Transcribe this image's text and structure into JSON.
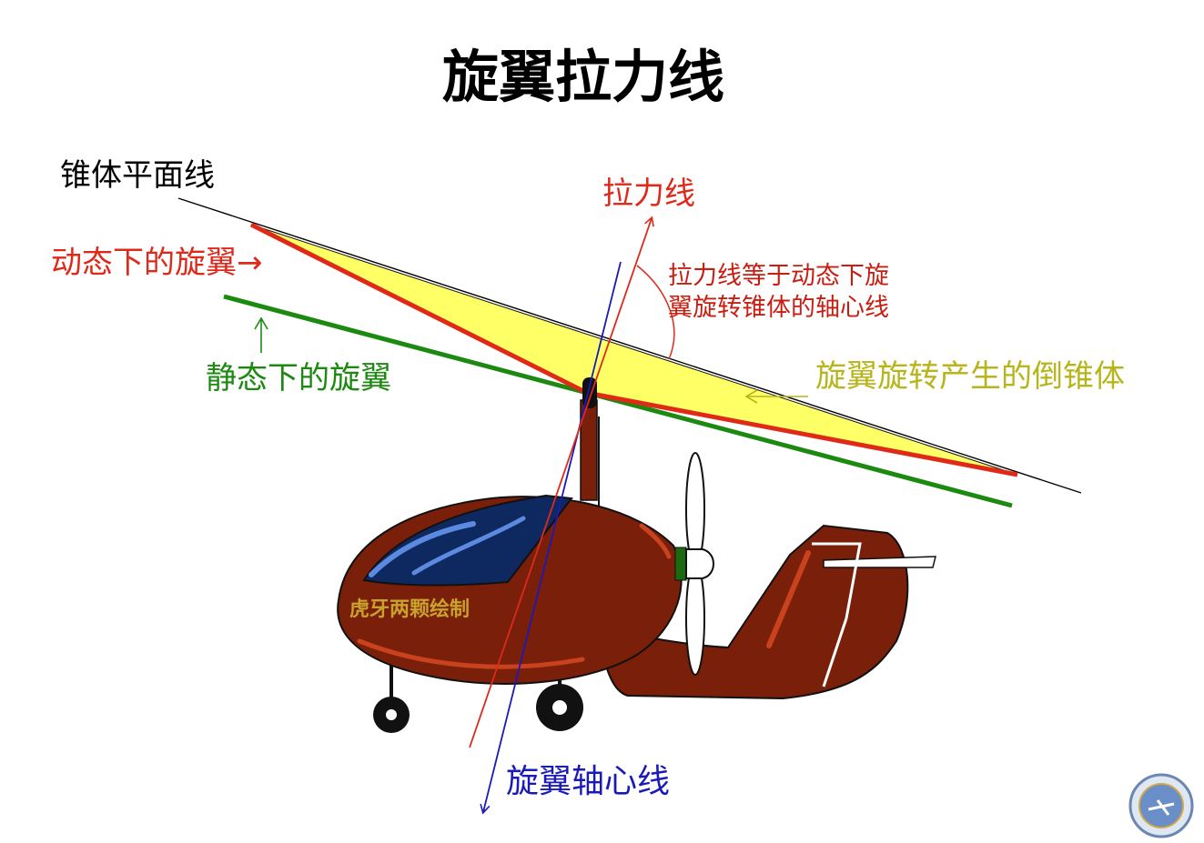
{
  "title": "旋翼拉力线",
  "labels": {
    "cone_plane": "锥体平面线",
    "pull_line": "拉力线",
    "dynamic_rotor": "动态下的旋翼→",
    "static_rotor": "静态下的旋翼",
    "explain_line1": "拉力线等于动态下旋",
    "explain_line2": "翼旋转锥体的轴心线",
    "cone": "旋翼旋转产生的倒锥体",
    "axis": "旋翼轴心线",
    "credit": "虎牙两颗绘制"
  },
  "colors": {
    "title": "#000000",
    "cone_plane": "#000000",
    "pull_line": "#dd2a1b",
    "dynamic_rotor": "#dd2a1b",
    "static_rotor": "#1c8a10",
    "explain": "#c81e12",
    "cone_label": "#b8b51c",
    "cone_fill": "#ffff66",
    "axis": "#1a1ab8",
    "credit": "#c8a22c",
    "body": "#7a1f0a",
    "highlight": "#c9421e",
    "canopy": "#0e2860",
    "canopy_highlight": "#5c8ae0"
  },
  "icons": {
    "arrow_up": "arrow-up-icon",
    "arrow_left": "arrow-left-icon",
    "logo": "club-logo-icon"
  }
}
